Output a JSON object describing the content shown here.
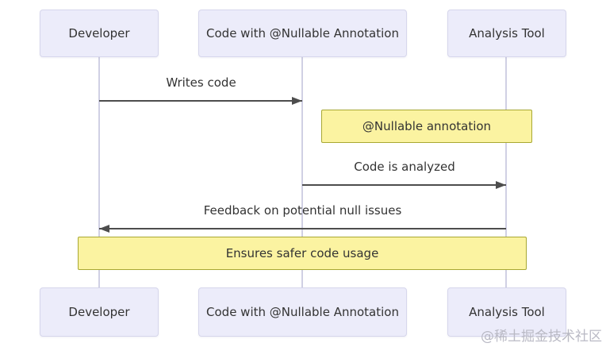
{
  "diagram": {
    "type": "sequence-diagram",
    "actors": [
      {
        "id": "developer",
        "label": "Developer"
      },
      {
        "id": "code",
        "label": "Code with @Nullable Annotation"
      },
      {
        "id": "analysis-tool",
        "label": "Analysis Tool"
      }
    ],
    "messages": [
      {
        "from": "Developer",
        "to": "Code with @Nullable Annotation",
        "label": "Writes code",
        "direction": "right",
        "style": "solid"
      },
      {
        "from": "Code with @Nullable Annotation",
        "to": "Analysis Tool",
        "label": "Code is analyzed",
        "direction": "right",
        "style": "solid"
      },
      {
        "from": "Analysis Tool",
        "to": "Developer",
        "label": "Feedback on potential null issues",
        "direction": "left",
        "style": "solid"
      }
    ],
    "notes": [
      {
        "position": "right of Code with @Nullable Annotation",
        "label": "@Nullable annotation"
      },
      {
        "position": "over all",
        "label": "Ensures safer code usage"
      }
    ],
    "colors": {
      "actor_fill": "#ececfa",
      "actor_border": "#d6d6ec",
      "lifeline": "#d0d0e4",
      "arrow": "#4d4d4d",
      "note_fill": "#fbf3a1",
      "note_border": "#a8a833",
      "text": "#333333",
      "watermark": "#b9b9c4",
      "background": "#ffffff"
    }
  },
  "watermark": {
    "label": "@稀土掘金技术社区"
  }
}
